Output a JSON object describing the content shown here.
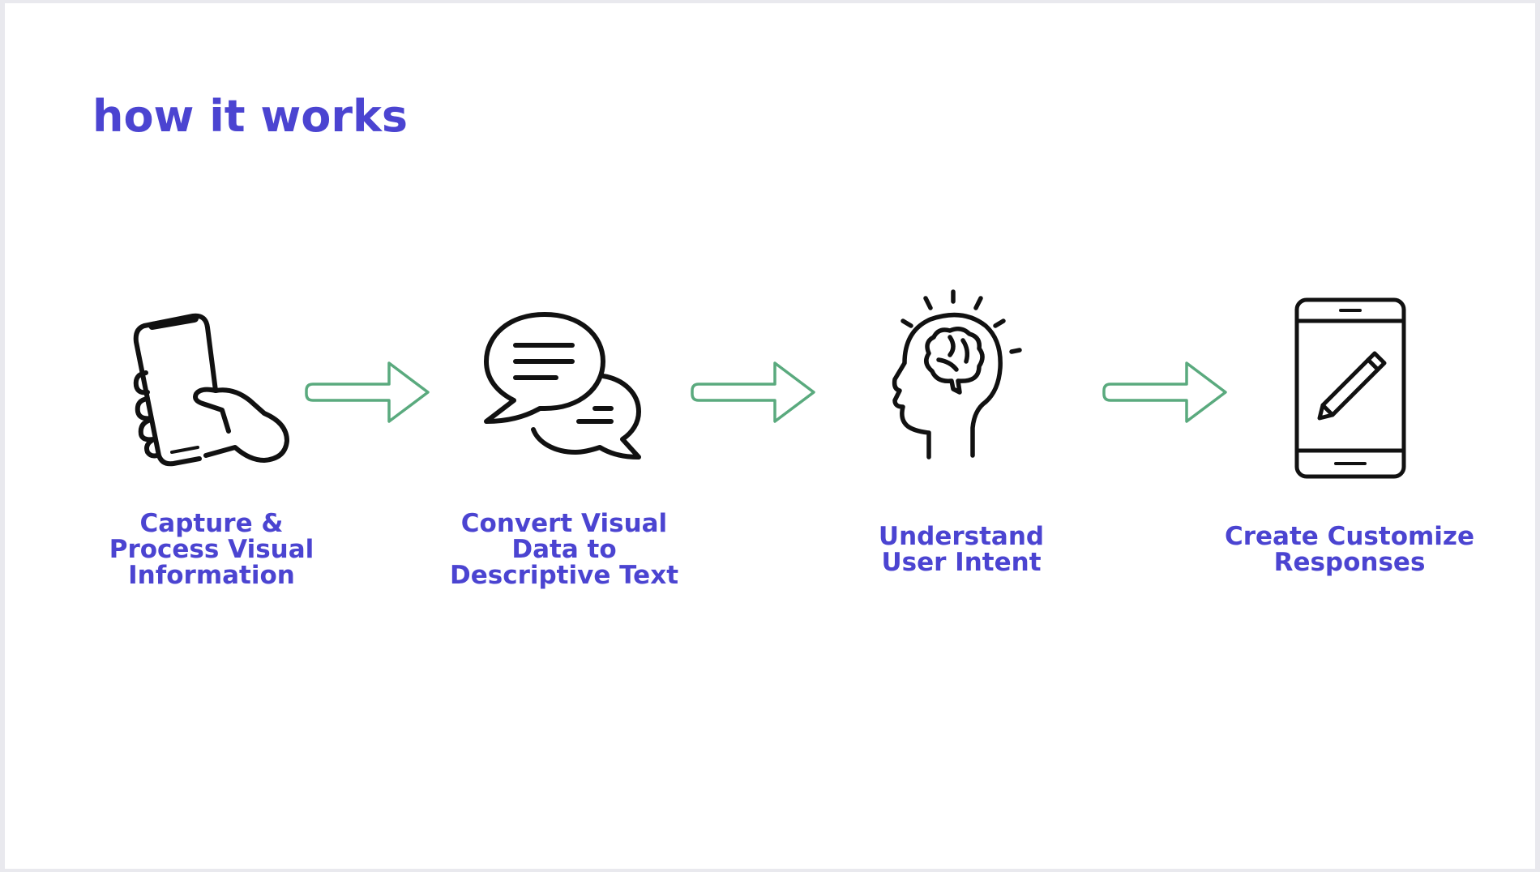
{
  "title": "how it works",
  "steps": [
    {
      "icon": "hand-holding-phone-icon",
      "lines": [
        "Capture &",
        "Process Visual",
        "Information"
      ]
    },
    {
      "icon": "chat-bubbles-icon",
      "lines": [
        "Convert Visual",
        "Data to",
        "Descriptive Text"
      ]
    },
    {
      "icon": "head-with-brain-icon",
      "lines": [
        "Understand",
        "User Intent"
      ]
    },
    {
      "icon": "tablet-pencil-icon",
      "lines": [
        "Create Customize",
        "Responses"
      ]
    }
  ],
  "colors": {
    "accent": "#4b44d1",
    "arrow": "#5aaa7e",
    "icon": "#111111",
    "background": "#ffffff"
  }
}
